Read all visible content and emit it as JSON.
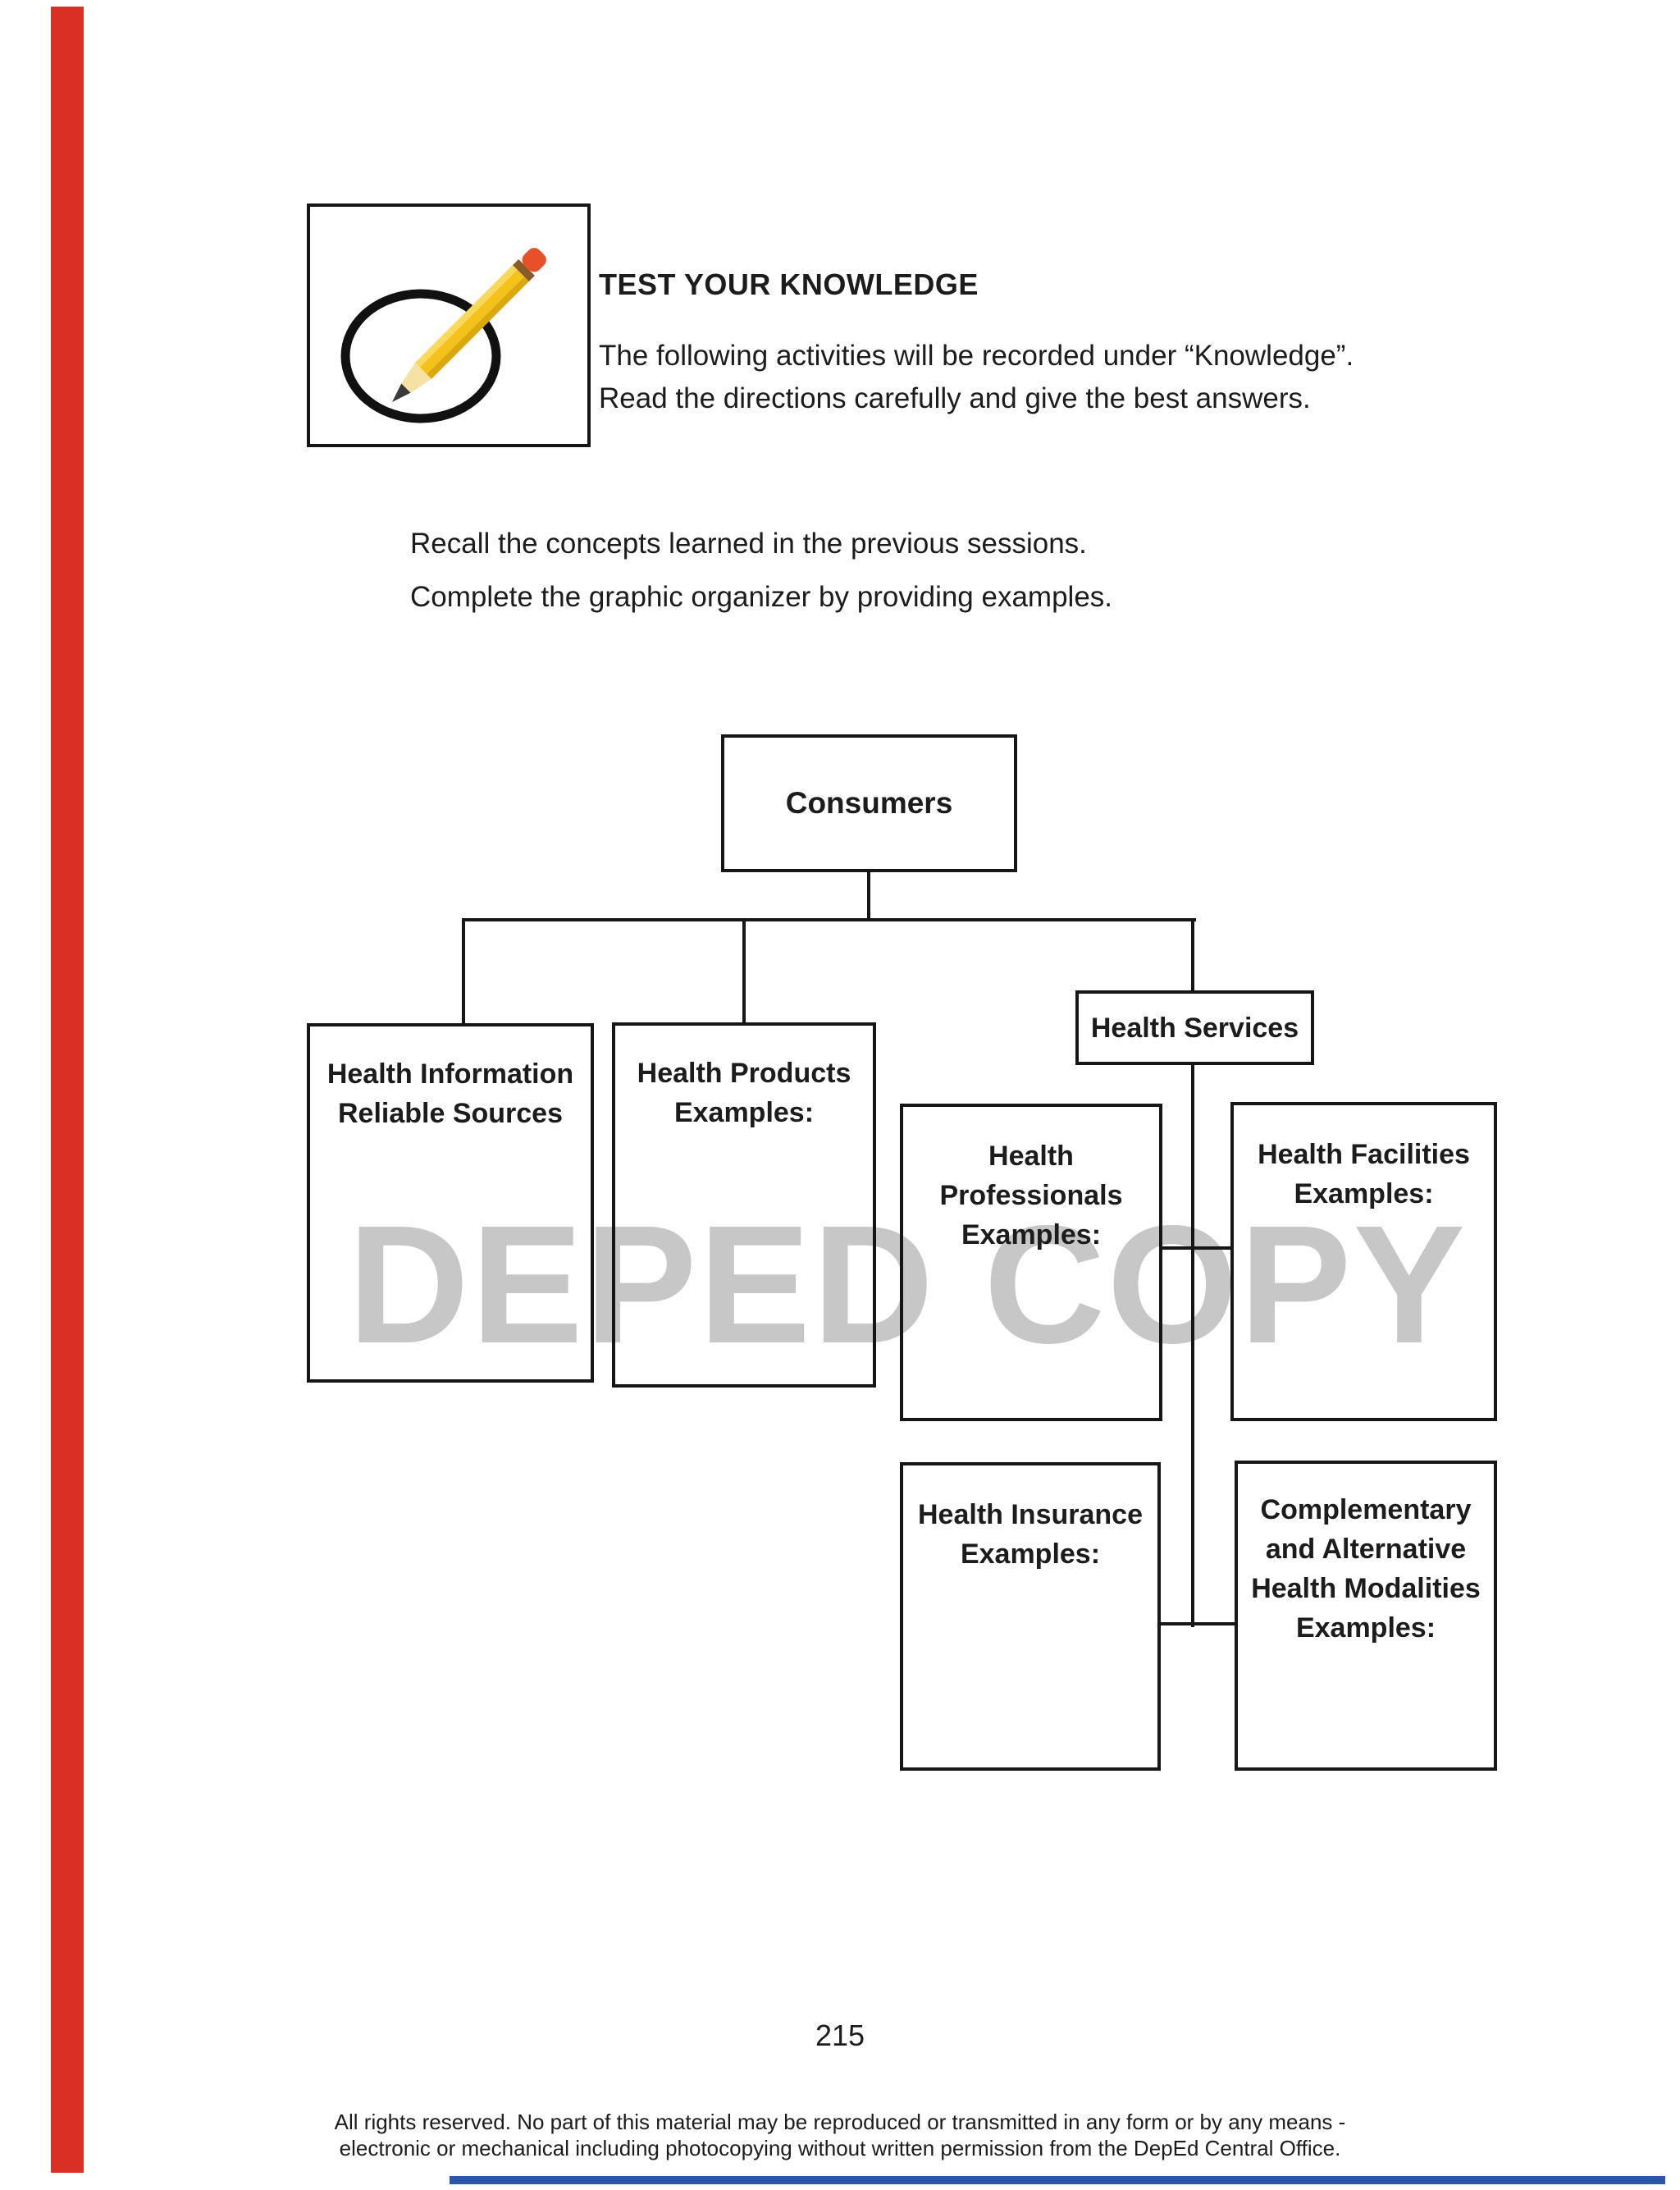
{
  "page": {
    "watermark": "DEPED COPY",
    "page_number": "215",
    "footer": {
      "line1": "All rights reserved. No part of this material may be reproduced or transmitted in any form or by any means -",
      "line2": "electronic or mechanical including photocopying without written permission from the DepEd Central Office."
    },
    "colors": {
      "sidebar_red": "#d93025",
      "footer_blue": "#2b57a8",
      "watermark_gray": "#c7c7c7",
      "line_black": "#161616"
    }
  },
  "activity": {
    "icon": "pencil-in-oval-icon",
    "title": "TEST YOUR KNOWLEDGE",
    "intro": {
      "line1": "The following activities will be recorded under “Knowledge”.",
      "line2": "Read the directions carefully and give the best answers."
    },
    "directions": {
      "line1": "Recall the concepts learned in the previous sessions.",
      "line2": "Complete the graphic organizer by providing examples."
    }
  },
  "organizer": {
    "type": "tree-graphic-organizer",
    "root": {
      "label": "Consumers",
      "children": [
        "Health Information Reliable Sources",
        "Health Products",
        "Health Services"
      ]
    },
    "services_children": [
      "Health Professionals",
      "Health Facilities",
      "Health Insurance",
      "Complementary and Alternative Health Modalities"
    ],
    "nodes": {
      "consumers": {
        "lines": [
          "Consumers"
        ]
      },
      "info": {
        "lines": [
          "Health Information",
          "Reliable Sources"
        ]
      },
      "products": {
        "lines": [
          "Health Products",
          "Examples:"
        ]
      },
      "services": {
        "lines": [
          "Health Services"
        ]
      },
      "professionals": {
        "lines": [
          "Health",
          "Professionals",
          "Examples:"
        ]
      },
      "facilities": {
        "lines": [
          "Health Facilities",
          "Examples:"
        ]
      },
      "insurance": {
        "lines": [
          "Health Insurance",
          "Examples:"
        ]
      },
      "complementary": {
        "lines": [
          "Complementary",
          "and Alternative",
          "Health Modalities",
          "Examples:"
        ]
      }
    }
  }
}
